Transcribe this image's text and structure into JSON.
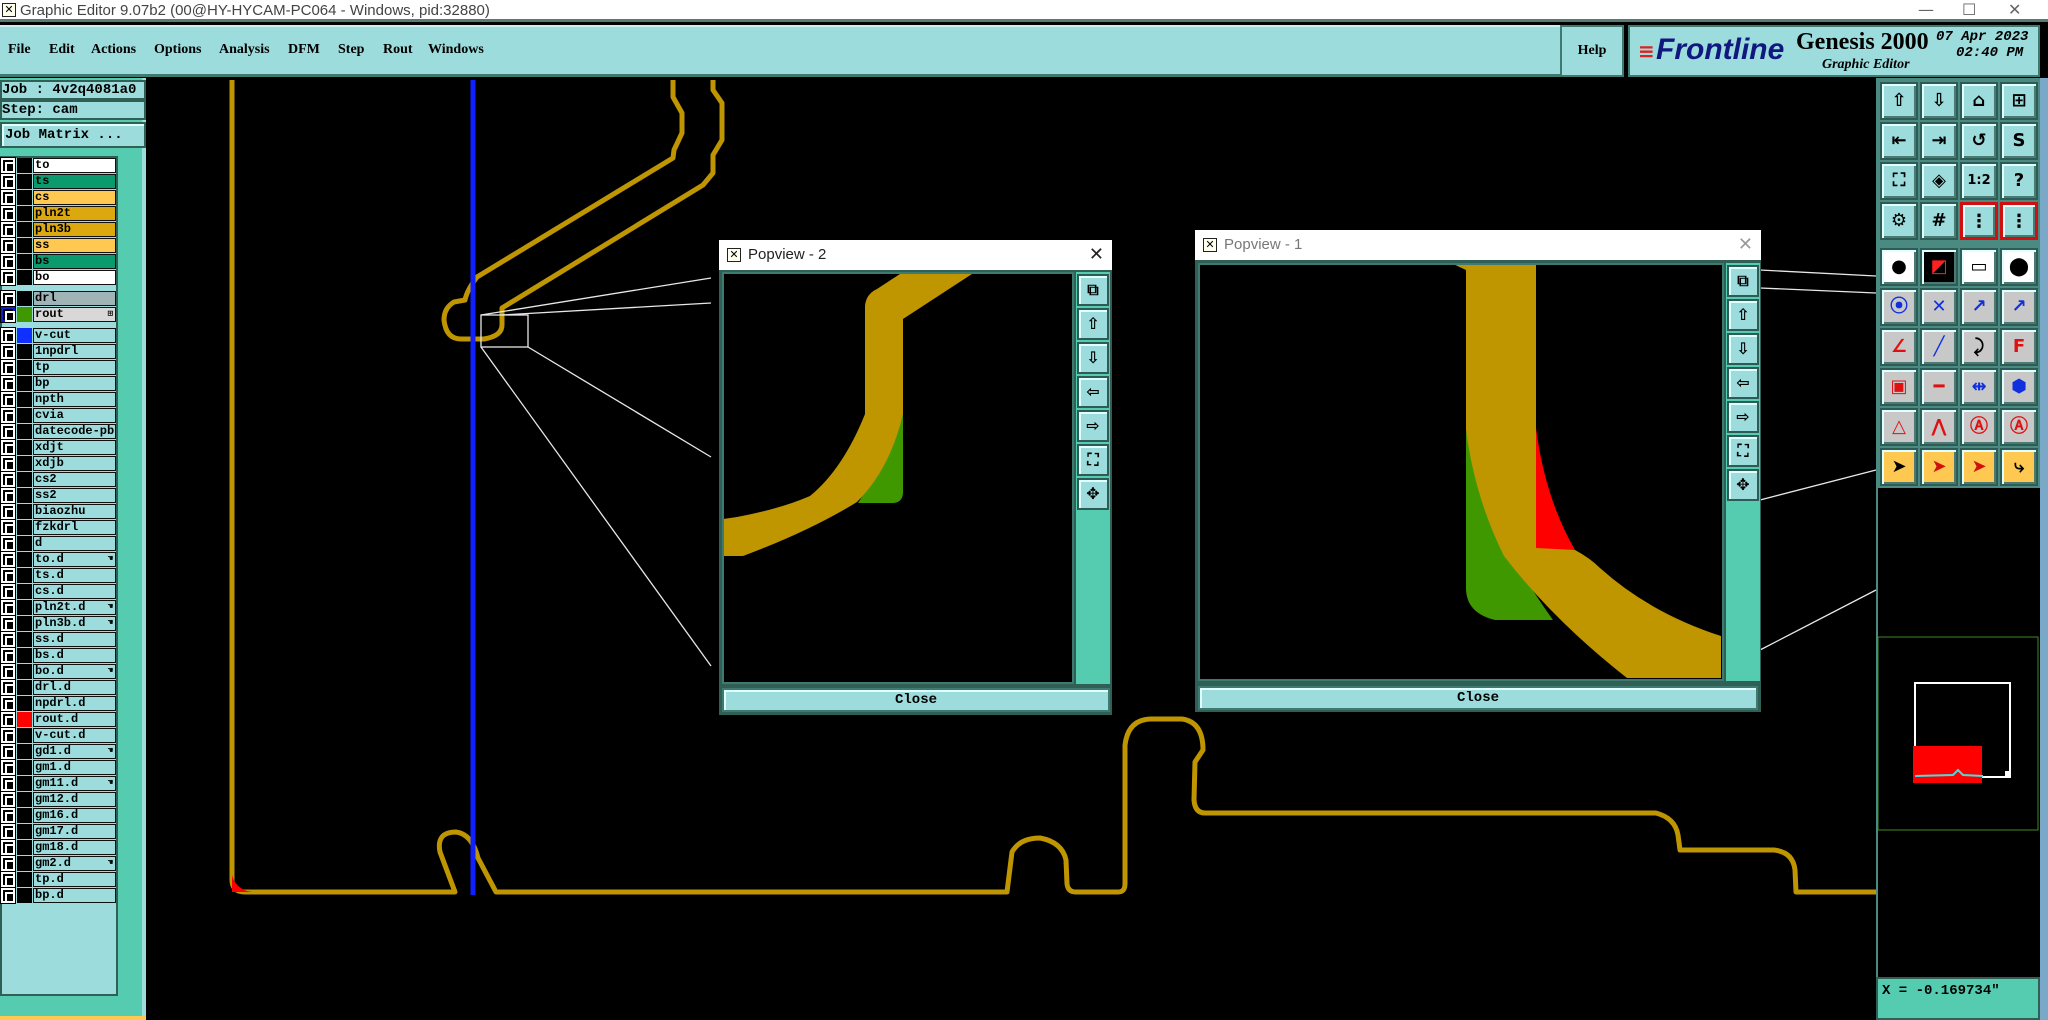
{
  "window": {
    "title": "Graphic Editor 9.07b2 (00@HY-HYCAM-PC064 - Windows, pid:32880)",
    "minimize": "—",
    "maximize": "☐",
    "close": "✕"
  },
  "menu": [
    "File",
    "Edit",
    "Actions",
    "Options",
    "Analysis",
    "DFM",
    "Step",
    "Rout",
    "Windows"
  ],
  "help": "Help",
  "logo": {
    "brand": "Frontline",
    "product": "Genesis 2000",
    "subtitle": "Graphic Editor",
    "date": "07 Apr 2023",
    "time": "02:40 PM"
  },
  "job": {
    "job_label": "Job : 4v2q4081a0",
    "step_label": "Step: cam",
    "matrix_button": "Job Matrix ..."
  },
  "colors": {
    "trace": "#bf9500",
    "vcut": "#1020ff",
    "panel": "#9cdcdc",
    "accent": "#55ccb0",
    "red": "#ff0000",
    "green": "#3f9800"
  },
  "layers": {
    "group1": [
      {
        "name": "to",
        "color": "#ffffff"
      },
      {
        "name": "ts",
        "color": "#0a9a6e"
      },
      {
        "name": "cs",
        "color": "#ffc850"
      },
      {
        "name": "pln2t",
        "color": "#dca810"
      },
      {
        "name": "pln3b",
        "color": "#dca810"
      },
      {
        "name": "ss",
        "color": "#ffc850"
      },
      {
        "name": "bs",
        "color": "#0a9a6e"
      },
      {
        "name": "bo",
        "color": "#ffffff"
      }
    ],
    "group2": [
      {
        "name": "drl",
        "color": "#a0b4b8"
      },
      {
        "name": "rout",
        "color": "#d8d8d8",
        "swatch": "#3f9800",
        "marker": "⊞",
        "active": true
      }
    ],
    "group3": [
      {
        "name": "v-cut",
        "swatch": "#1030ff"
      },
      {
        "name": "1npdrl"
      },
      {
        "name": "tp"
      },
      {
        "name": "bp"
      },
      {
        "name": "npth"
      },
      {
        "name": "cvia"
      },
      {
        "name": "datecode-pb"
      },
      {
        "name": "xdjt"
      },
      {
        "name": "xdjb"
      },
      {
        "name": "cs2"
      },
      {
        "name": "ss2"
      },
      {
        "name": "biaozhu"
      },
      {
        "name": "fzkdrl"
      },
      {
        "name": "d"
      },
      {
        "name": "to.d",
        "marker": "☚"
      },
      {
        "name": "ts.d"
      },
      {
        "name": "cs.d"
      },
      {
        "name": "pln2t.d",
        "marker": "☚"
      },
      {
        "name": "pln3b.d",
        "marker": "☚"
      },
      {
        "name": "ss.d"
      },
      {
        "name": "bs.d"
      },
      {
        "name": "bo.d",
        "marker": "☚"
      },
      {
        "name": "drl.d"
      },
      {
        "name": "npdrl.d"
      },
      {
        "name": "rout.d",
        "swatch": "#ff0000"
      },
      {
        "name": "v-cut.d"
      },
      {
        "name": "gd1.d",
        "marker": "☚"
      },
      {
        "name": "gm1.d"
      },
      {
        "name": "gm11.d",
        "marker": "☚"
      },
      {
        "name": "gm12.d"
      },
      {
        "name": "gm16.d"
      },
      {
        "name": "gm17.d"
      },
      {
        "name": "gm18.d"
      },
      {
        "name": "gm2.d",
        "marker": "☚"
      },
      {
        "name": "tp.d"
      },
      {
        "name": "bp.d"
      }
    ]
  },
  "toolbar": [
    {
      "icon": "open-layer-icon",
      "g": "⇧",
      "bg": "#9cdcdc"
    },
    {
      "icon": "save-layer-icon",
      "g": "⇩",
      "bg": "#9cdcdc"
    },
    {
      "icon": "home-icon",
      "g": "⌂",
      "bg": "#9cdcdc"
    },
    {
      "icon": "grid-xy-icon",
      "g": "⊞",
      "bg": "#9cdcdc"
    },
    {
      "icon": "import-icon",
      "g": "⇤",
      "bg": "#9cdcdc"
    },
    {
      "icon": "export-icon",
      "g": "⇥",
      "bg": "#9cdcdc"
    },
    {
      "icon": "undo-icon",
      "g": "↺",
      "bg": "#9cdcdc"
    },
    {
      "icon": "snap-icon",
      "g": "S",
      "bg": "#9cdcdc"
    },
    {
      "icon": "zoom-fit-icon",
      "g": "⛶",
      "bg": "#9cdcdc"
    },
    {
      "icon": "zoom-out-icon",
      "g": "◈",
      "bg": "#9cdcdc"
    },
    {
      "icon": "scale-icon",
      "g": "1:2",
      "bg": "#9cdcdc"
    },
    {
      "icon": "help-icon",
      "g": "?",
      "bg": "#9cdcdc"
    },
    {
      "icon": "tools-icon",
      "g": "⚙",
      "bg": "#9cdcdc"
    },
    {
      "icon": "grid-icon",
      "g": "#",
      "bg": "#9cdcdc"
    },
    {
      "icon": "netlist-icon",
      "g": "⋮",
      "bg": "#9cdcdc",
      "border": "#d01010"
    },
    {
      "icon": "netlist-compare-icon",
      "g": "⋮",
      "bg": "#9cdcdc",
      "border": "#d01010"
    },
    {
      "icon": "pad-icon",
      "g": "●",
      "bg": "#ffffff"
    },
    {
      "icon": "select-box-icon",
      "g": "◩",
      "bg": "#000000",
      "fg": "#ff2020"
    },
    {
      "icon": "ruler-icon",
      "g": "▭",
      "bg": "#ffffff"
    },
    {
      "icon": "pad-outline-icon",
      "g": "⬤",
      "bg": "#ffffff"
    },
    {
      "icon": "connect-icon",
      "g": "⦿",
      "bg": "#c8c8c8",
      "fg": "#1030e0"
    },
    {
      "icon": "delete-node-icon",
      "g": "✕",
      "bg": "#c8c8c8",
      "fg": "#1030e0"
    },
    {
      "icon": "move-point-icon",
      "g": "↗",
      "bg": "#c8c8c8",
      "fg": "#1030e0"
    },
    {
      "icon": "move-pad-icon",
      "g": "↗",
      "bg": "#c8c8c8",
      "fg": "#1030e0"
    },
    {
      "icon": "angle-line-icon",
      "g": "∠",
      "bg": "#c8c8c8",
      "fg": "#e01010"
    },
    {
      "icon": "line-icon",
      "g": "╱",
      "bg": "#c8c8c8",
      "fg": "#1030e0"
    },
    {
      "icon": "arc-icon",
      "g": "⤸",
      "bg": "#c8c8c8"
    },
    {
      "icon": "mirror-icon",
      "g": "F",
      "bg": "#c8c8c8",
      "fg": "#e01010"
    },
    {
      "icon": "move-copy-icon",
      "g": "▣",
      "bg": "#c8c8c8",
      "fg": "#e01010"
    },
    {
      "icon": "segment-icon",
      "g": "━",
      "bg": "#c8c8c8",
      "fg": "#e01010"
    },
    {
      "icon": "dimension-icon",
      "g": "⇹",
      "bg": "#c8c8c8",
      "fg": "#1030e0"
    },
    {
      "icon": "contour-icon",
      "g": "⬢",
      "bg": "#c8c8c8",
      "fg": "#1030e0"
    },
    {
      "icon": "triangle-icon",
      "g": "△",
      "bg": "#c8c8c8",
      "fg": "#e01010"
    },
    {
      "icon": "peak-icon",
      "g": "⋀",
      "bg": "#c8c8c8",
      "fg": "#e01010"
    },
    {
      "icon": "arch-icon",
      "g": "Ⓐ",
      "bg": "#c8c8c8",
      "fg": "#e01010"
    },
    {
      "icon": "arch-cut-icon",
      "g": "Ⓐ",
      "bg": "#c8c8c8",
      "fg": "#e01010"
    },
    {
      "icon": "pointer-icon",
      "g": "➤",
      "bg": "#ffc850"
    },
    {
      "icon": "pointer-box-icon",
      "g": "➤",
      "bg": "#ffc850",
      "fg": "#d01010"
    },
    {
      "icon": "pointer-poly-icon",
      "g": "➤",
      "bg": "#ffc850",
      "fg": "#d01010"
    },
    {
      "icon": "pointer-route-icon",
      "g": "⤷",
      "bg": "#ffc850"
    }
  ],
  "popview2": {
    "title": "Popview - 2",
    "close": "Close"
  },
  "popview1": {
    "title": "Popview - 1",
    "close": "Close"
  },
  "popview_buttons": [
    {
      "icon": "swap-icon",
      "g": "⧉"
    },
    {
      "icon": "pan-up-icon",
      "g": "⇧"
    },
    {
      "icon": "pan-down-icon",
      "g": "⇩"
    },
    {
      "icon": "pan-left-icon",
      "g": "⇦"
    },
    {
      "icon": "pan-right-icon",
      "g": "⇨"
    },
    {
      "icon": "zoom-in-icon",
      "g": "⛶"
    },
    {
      "icon": "zoom-out-icon",
      "g": "✥"
    }
  ],
  "coord": {
    "x": "X = -0.169734\""
  }
}
